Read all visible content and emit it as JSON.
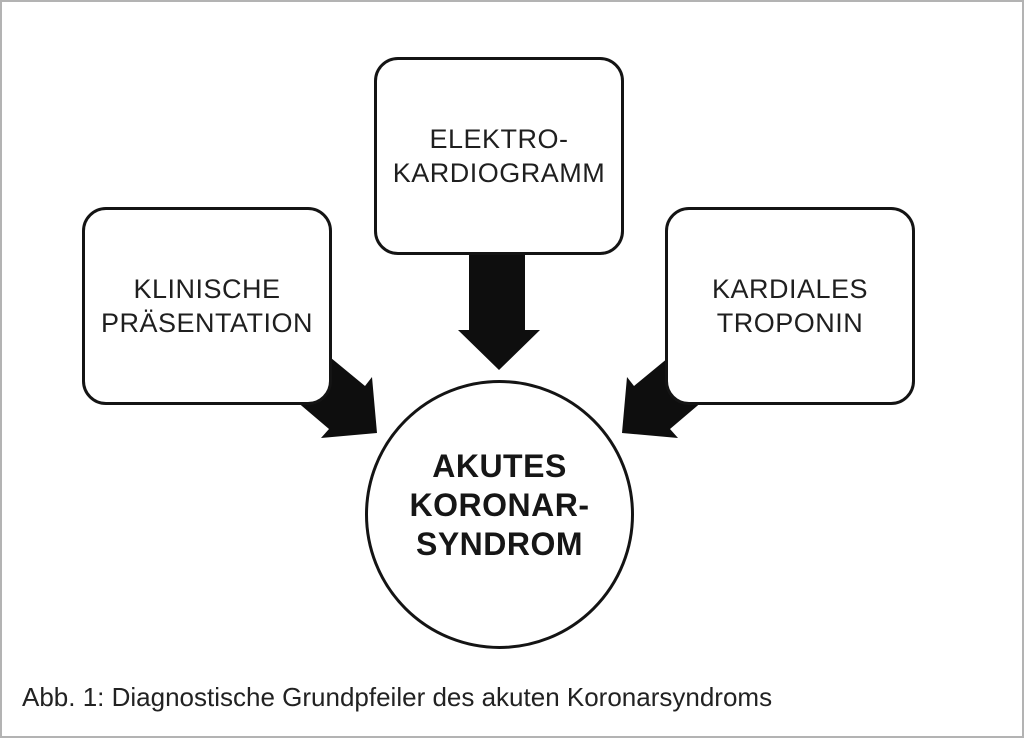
{
  "figure": {
    "caption": "Abb. 1: Diagnostische Grundpfeiler des akuten Koronarsyndroms",
    "nodes": {
      "clinical": {
        "line1": "KLINISCHE",
        "line2": "PRÄSENTATION"
      },
      "ecg": {
        "line1": "ELEKTRO-",
        "line2": "KARDIOGRAMM"
      },
      "troponin": {
        "line1": "KARDIALES",
        "line2": "TROPONIN"
      },
      "acs": {
        "line1": "AKUTES",
        "line2": "KORONAR-",
        "line3": "SYNDROM"
      }
    },
    "edges": [
      {
        "from": "KLINISCHE PRÄSENTATION",
        "to": "AKUTES KORONAR-SYNDROM"
      },
      {
        "from": "ELEKTRO-KARDIOGRAMM",
        "to": "AKUTES KORONAR-SYNDROM"
      },
      {
        "from": "KARDIALES TROPONIN",
        "to": "AKUTES KORONAR-SYNDROM"
      }
    ],
    "colors": {
      "diagram_ink": "#0e0e0e",
      "node_border": "#141414",
      "frame_border": "#b3b3b3",
      "background": "#ffffff",
      "text": "#1f1f1f"
    }
  }
}
